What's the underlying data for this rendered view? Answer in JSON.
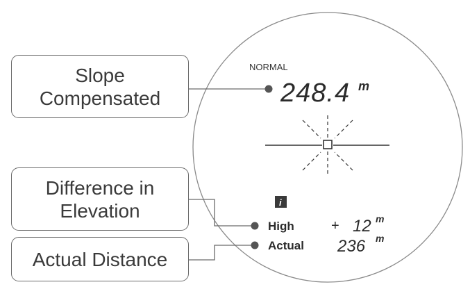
{
  "callouts": {
    "slope": {
      "line1": "Slope",
      "line2": "Compensated"
    },
    "difference": {
      "line1": "Difference in",
      "line2": "Elevation"
    },
    "actual": {
      "line1": "Actual Distance"
    }
  },
  "display": {
    "mode": "NORMAL",
    "main_distance": "248.4",
    "main_unit": "m",
    "info_icon": "i",
    "rows": [
      {
        "label": "High",
        "sign": "+",
        "value": "12",
        "unit": "m"
      },
      {
        "label": "Actual",
        "sign": "",
        "value": "236",
        "unit": "m"
      }
    ]
  },
  "icons": [
    "crosshair-icon",
    "info-icon",
    "pointer-dot-icon"
  ],
  "colors": {
    "line": "#6b6b6b",
    "text": "#333333",
    "display_text": "#2b2b2b"
  }
}
